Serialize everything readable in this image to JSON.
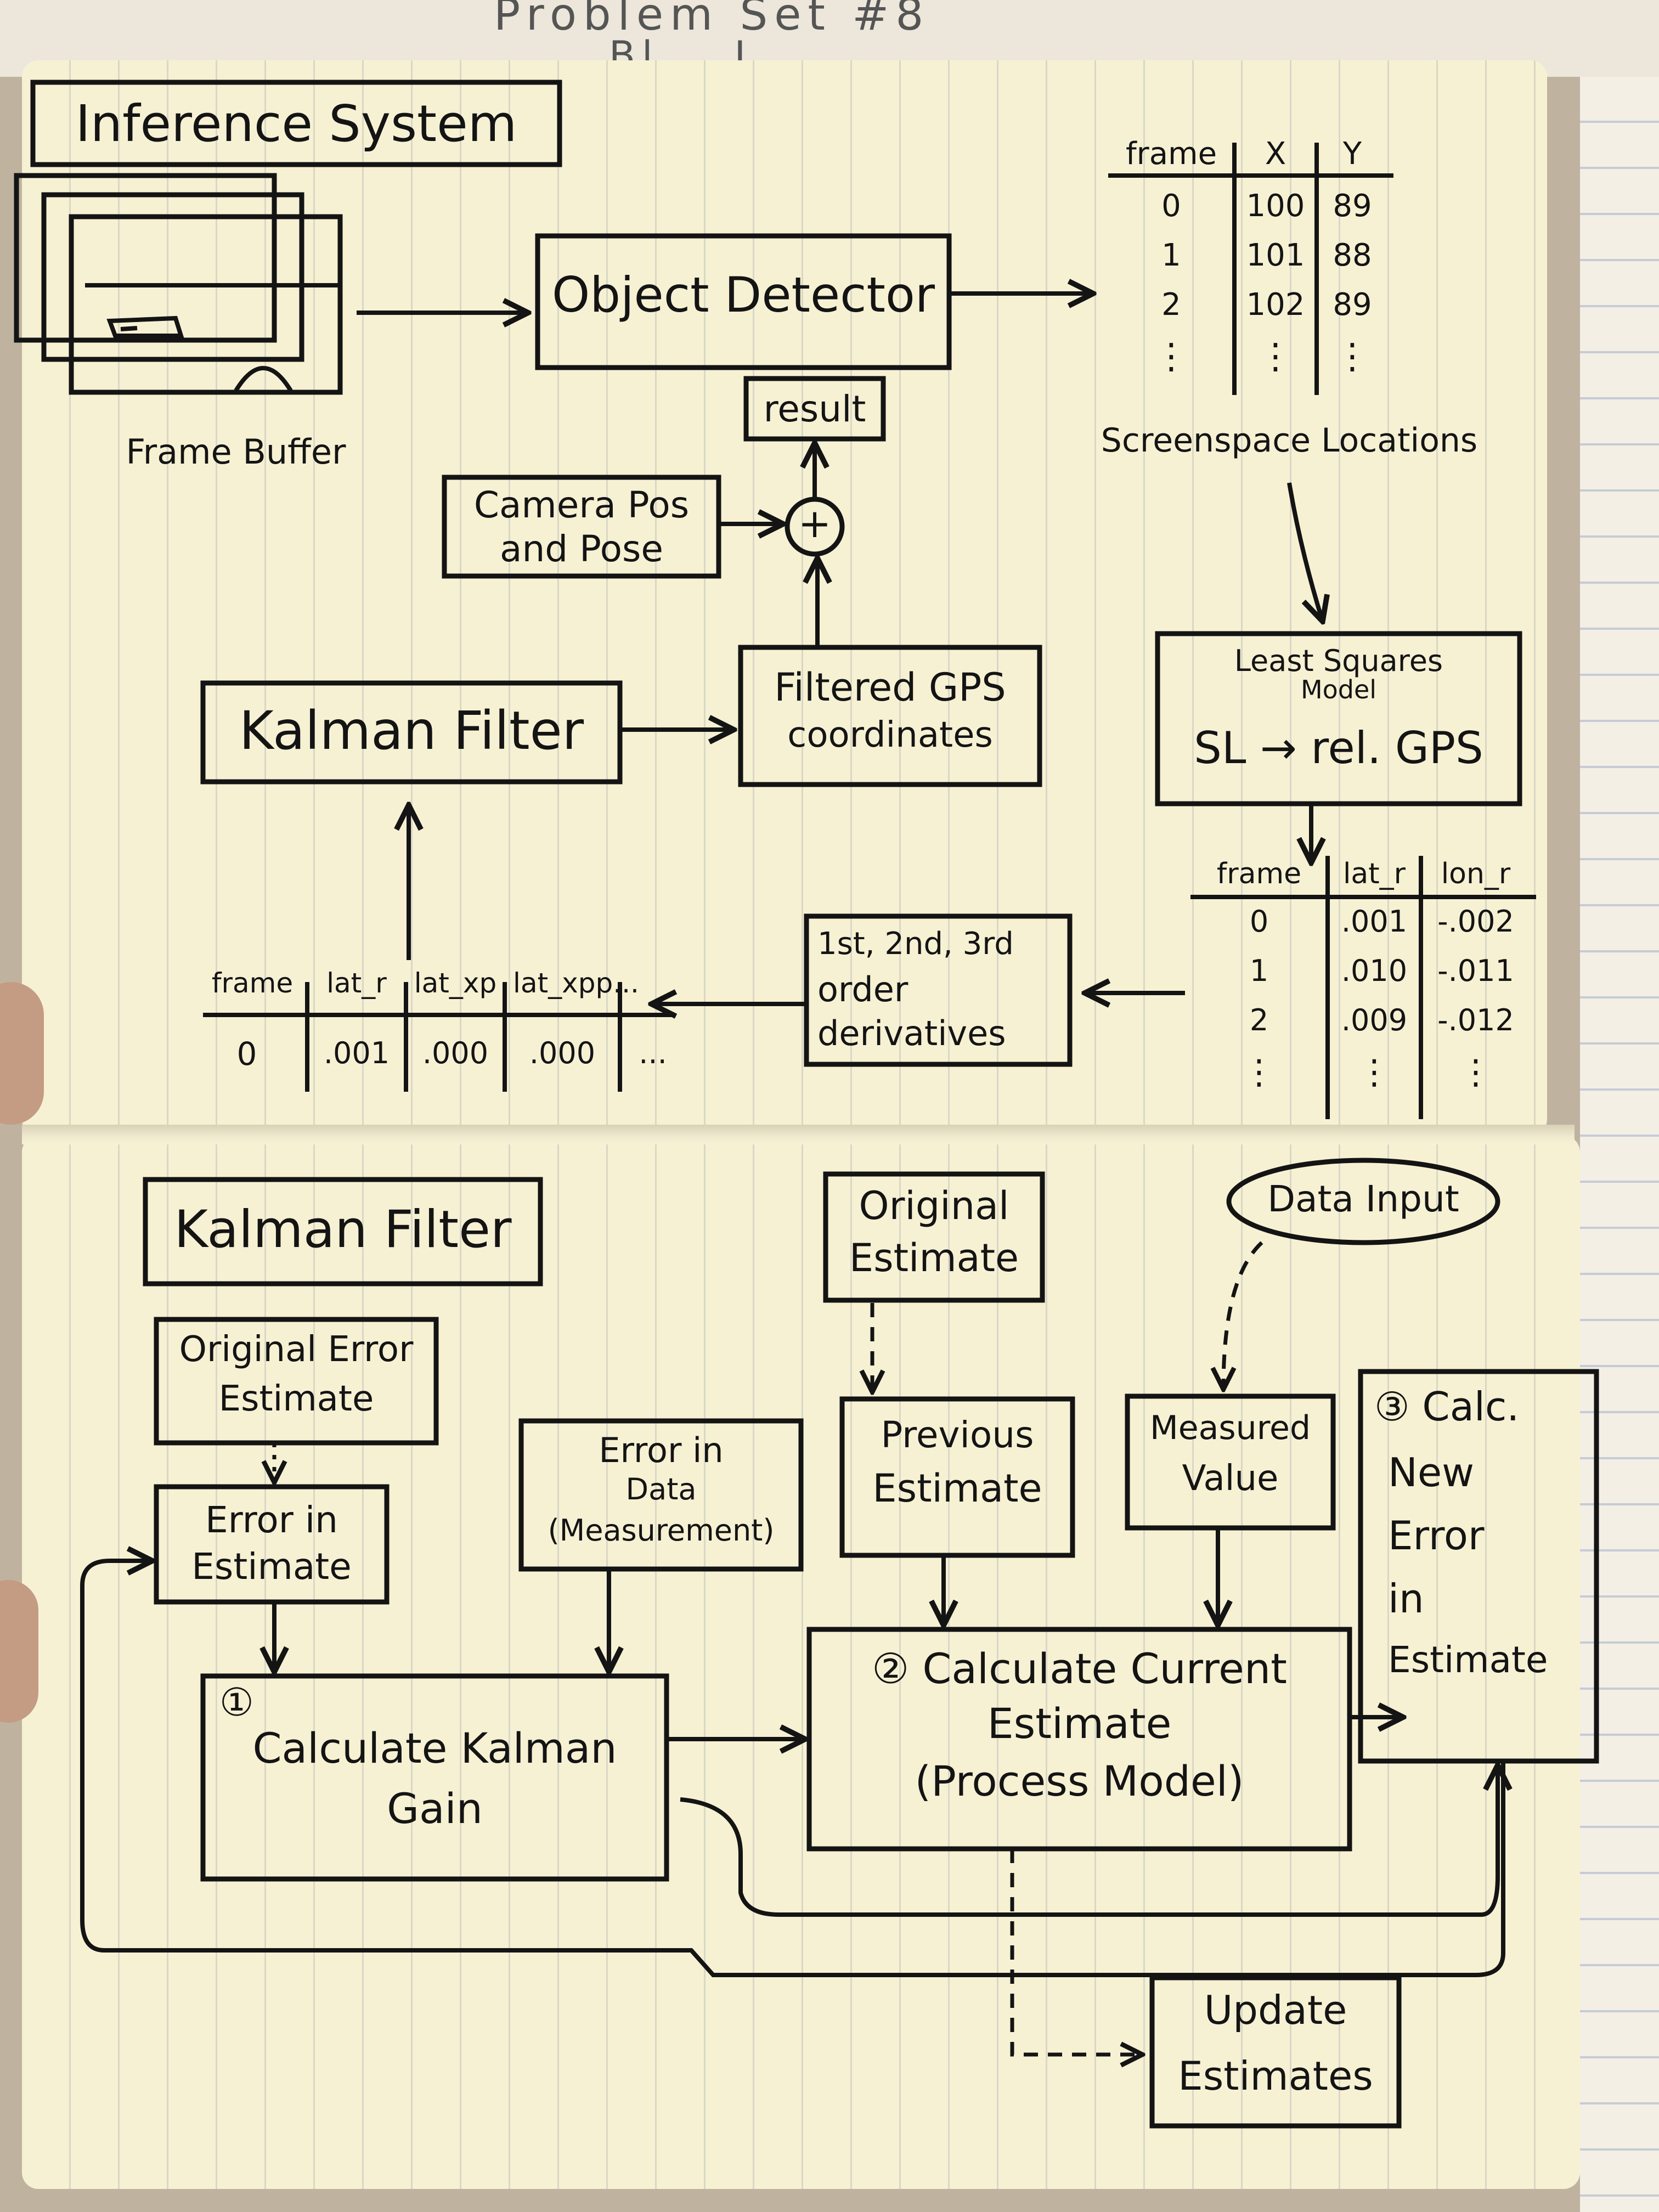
{
  "header": {
    "line1": "Problem  Set  #8",
    "line2": "Bl... J..."
  },
  "inference": {
    "title": "Inference System",
    "frame_buffer": "Frame Buffer",
    "object_detector": "Object Detector",
    "result": "result",
    "plus": "+",
    "camera": [
      "Camera Pos",
      "and Pose"
    ],
    "filtered_gps": [
      "Filtered GPS",
      "coordinates"
    ],
    "kalman": "Kalman Filter",
    "least_squares": [
      "Least Squares",
      "Model"
    ],
    "sl_gps": "SL → rel. GPS",
    "screenspace": "Screenspace Locations",
    "derivatives": [
      "1st, 2nd, 3rd",
      "order",
      "derivatives"
    ],
    "table_xy": {
      "headers": [
        "frame",
        "X",
        "Y"
      ],
      "rows": [
        [
          "0",
          "100",
          "89"
        ],
        [
          "1",
          "101",
          "88"
        ],
        [
          "2",
          "102",
          "89"
        ],
        [
          "⋮",
          "⋮",
          "⋮"
        ]
      ]
    },
    "table_latlon": {
      "headers": [
        "frame",
        "lat_r",
        "lon_r"
      ],
      "rows": [
        [
          "0",
          ".001",
          "-.002"
        ],
        [
          "1",
          ".010",
          "-.011"
        ],
        [
          "2",
          ".009",
          "-.012"
        ],
        [
          "⋮",
          "⋮",
          "⋮"
        ]
      ]
    },
    "table_deriv": {
      "headers": [
        "frame",
        "lat_r",
        "lat_xp",
        "lat_xpp..."
      ],
      "rows": [
        [
          "0",
          ".001",
          ".000",
          ".000",
          "..."
        ]
      ]
    }
  },
  "kalman_page": {
    "title": "Kalman Filter",
    "data_input": "Data Input",
    "original_estimate": [
      "Original",
      "Estimate"
    ],
    "original_error": [
      "Original Error",
      "Estimate"
    ],
    "error_in_estimate": [
      "Error in",
      "Estimate"
    ],
    "error_in_data": [
      "Error in",
      "Data",
      "(Measurement)"
    ],
    "previous_estimate": [
      "Previous",
      "Estimate"
    ],
    "measured_value": [
      "Measured",
      "Value"
    ],
    "calc_new_error": [
      "③ Calc.",
      "New",
      "Error",
      "in",
      "Estimate"
    ],
    "calc_gain": [
      "①",
      "Calculate Kalman",
      "Gain"
    ],
    "calc_current": [
      "② Calculate Current",
      "Estimate",
      "(Process Model)"
    ],
    "update": [
      "Update",
      "Estimates"
    ]
  }
}
